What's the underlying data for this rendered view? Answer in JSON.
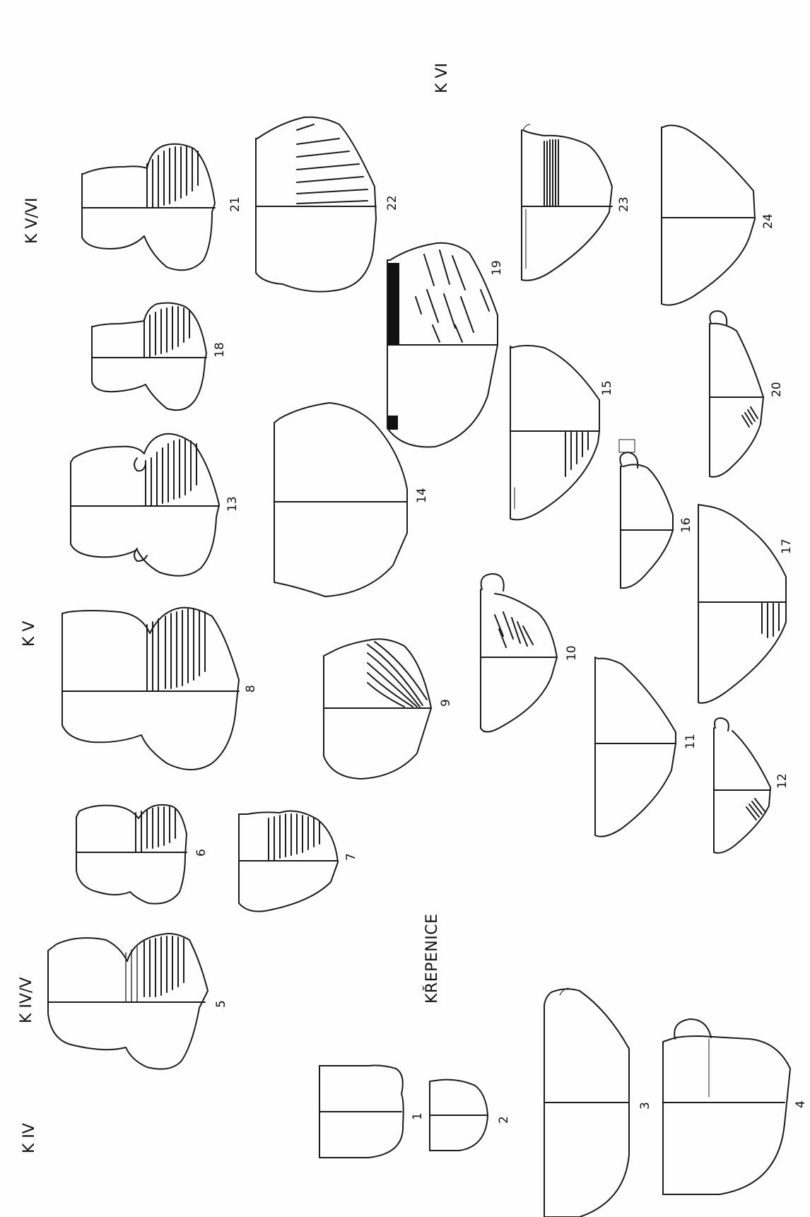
{
  "site_title": "KŘEPENICE",
  "phases": [
    {
      "key": "k4",
      "label": "K IV"
    },
    {
      "key": "k45",
      "label": "K IV/V"
    },
    {
      "key": "k5",
      "label": "K V"
    },
    {
      "key": "k56",
      "label": "K V/VI"
    },
    {
      "key": "k6",
      "label": "K VI"
    }
  ],
  "figure_numbers": [
    "1",
    "2",
    "3",
    "4",
    "5",
    "6",
    "7",
    "8",
    "9",
    "10",
    "11",
    "12",
    "13",
    "14",
    "15",
    "16",
    "17",
    "18",
    "19",
    "20",
    "21",
    "22",
    "23",
    "24"
  ],
  "colors": {
    "ink": "#1b1b1b",
    "paper": "#fefefe"
  }
}
